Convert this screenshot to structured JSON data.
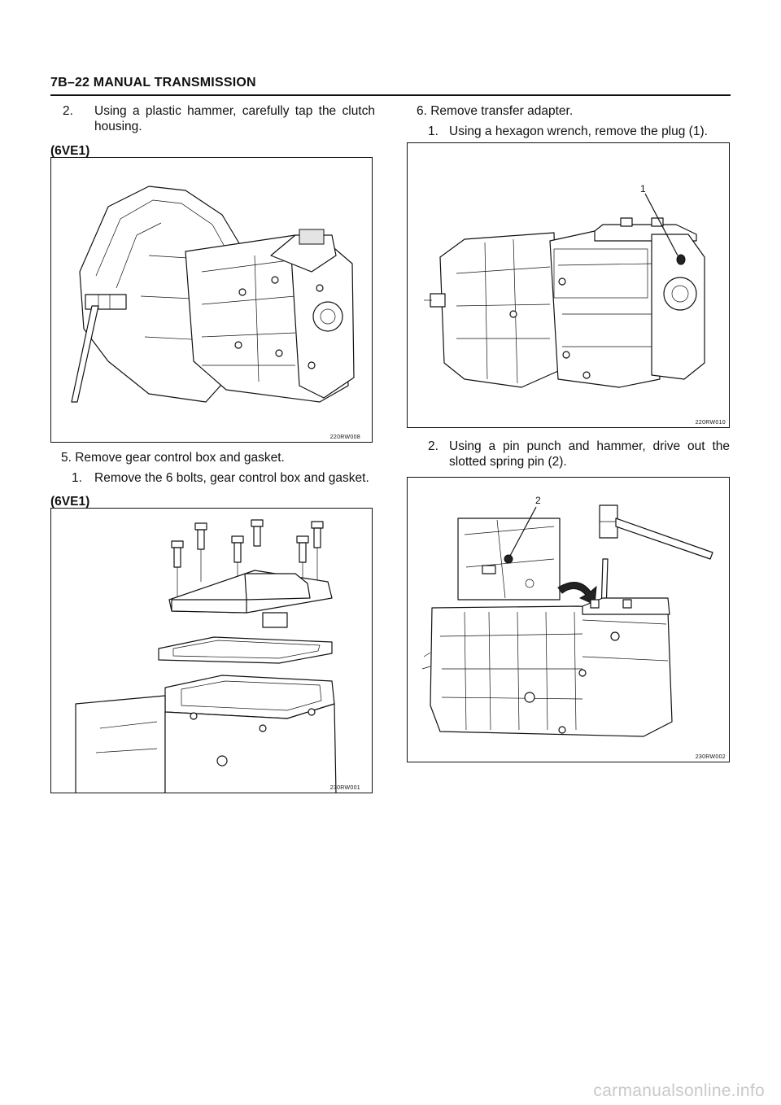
{
  "header": {
    "title": "7B–22  MANUAL TRANSMISSION"
  },
  "left": {
    "step2_num": "2.",
    "step2_text": "Using a plastic hammer, carefully tap the clutch housing.",
    "label1": "(6VE1)",
    "fig1_code": "220RW008",
    "section5_title": "5. Remove gear control box and gasket.",
    "step5_1_num": "1.",
    "step5_1_text": "Remove the 6 bolts, gear control box and gasket.",
    "label2": "(6VE1)",
    "fig2_code": "230RW001"
  },
  "right": {
    "section6_title": "6. Remove transfer adapter.",
    "step6_1_num": "1.",
    "step6_1_text": "Using a hexagon wrench, remove the plug (1).",
    "fig3_callout": "1",
    "fig3_code": "220RW010",
    "step6_2_num": "2.",
    "step6_2_text": "Using a pin punch and hammer, drive out the slotted spring pin (2).",
    "fig4_callout": "2",
    "fig4_code": "230RW002"
  },
  "footer": {
    "watermark": "carmanualsonline.info"
  }
}
